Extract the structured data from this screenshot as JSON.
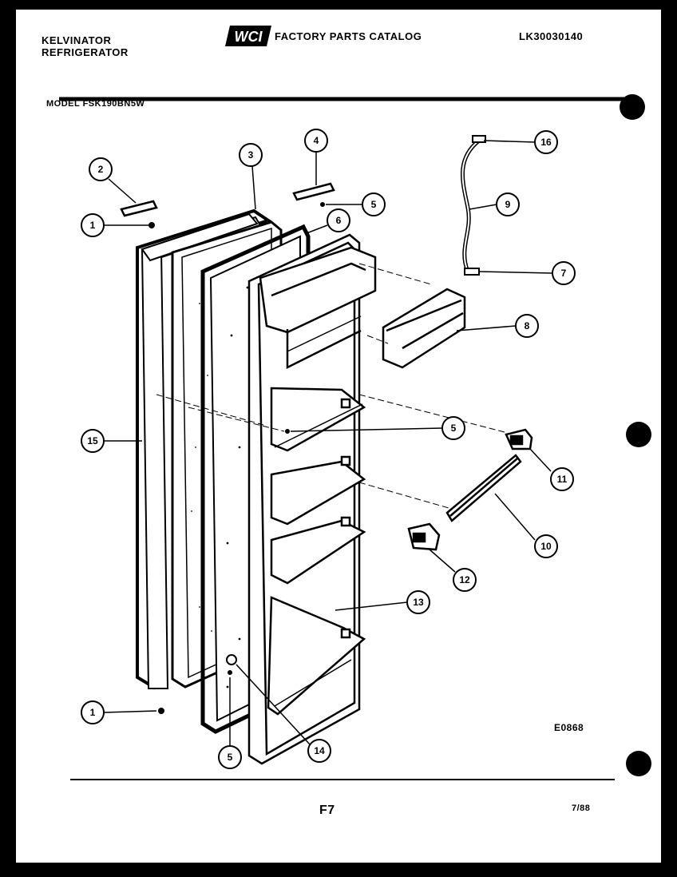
{
  "header": {
    "brand_line1": "KELVINATOR",
    "brand_line2": "REFRIGERATOR",
    "logo_text": "WCI",
    "catalog_title": "FACTORY PARTS CATALOG",
    "doc_number": "LK30030140",
    "model": "MODEL FSK190BN5W"
  },
  "drawing_code": "E0868",
  "footer": {
    "page": "F7",
    "date": "7/88"
  },
  "callouts": [
    {
      "id": "callout-1-top",
      "number": "1"
    },
    {
      "id": "callout-2",
      "number": "2"
    },
    {
      "id": "callout-3",
      "number": "3"
    },
    {
      "id": "callout-4",
      "number": "4"
    },
    {
      "id": "callout-5-top",
      "number": "5"
    },
    {
      "id": "callout-6",
      "number": "6"
    },
    {
      "id": "callout-16",
      "number": "16"
    },
    {
      "id": "callout-9",
      "number": "9"
    },
    {
      "id": "callout-7",
      "number": "7"
    },
    {
      "id": "callout-8",
      "number": "8"
    },
    {
      "id": "callout-15",
      "number": "15"
    },
    {
      "id": "callout-5-mid",
      "number": "5"
    },
    {
      "id": "callout-11",
      "number": "11"
    },
    {
      "id": "callout-10",
      "number": "10"
    },
    {
      "id": "callout-12",
      "number": "12"
    },
    {
      "id": "callout-13",
      "number": "13"
    },
    {
      "id": "callout-1-bottom",
      "number": "1"
    },
    {
      "id": "callout-14",
      "number": "14"
    },
    {
      "id": "callout-5-bottom",
      "number": "5"
    }
  ]
}
